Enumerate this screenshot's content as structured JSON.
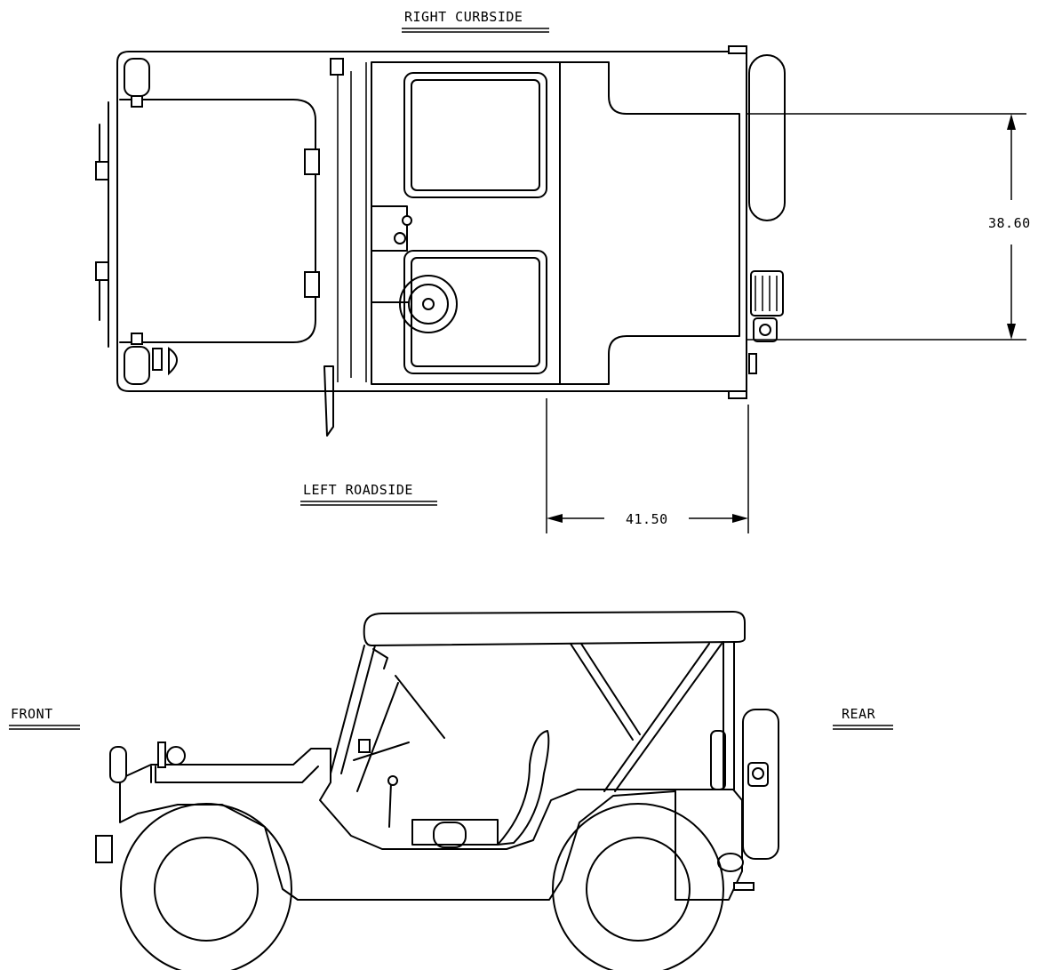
{
  "labels": {
    "right_curbside": "RIGHT CURBSIDE",
    "left_roadside": "LEFT ROADSIDE",
    "front": "FRONT",
    "rear": "REAR"
  },
  "dimensions": {
    "width": "38.60",
    "length": "41.50"
  }
}
